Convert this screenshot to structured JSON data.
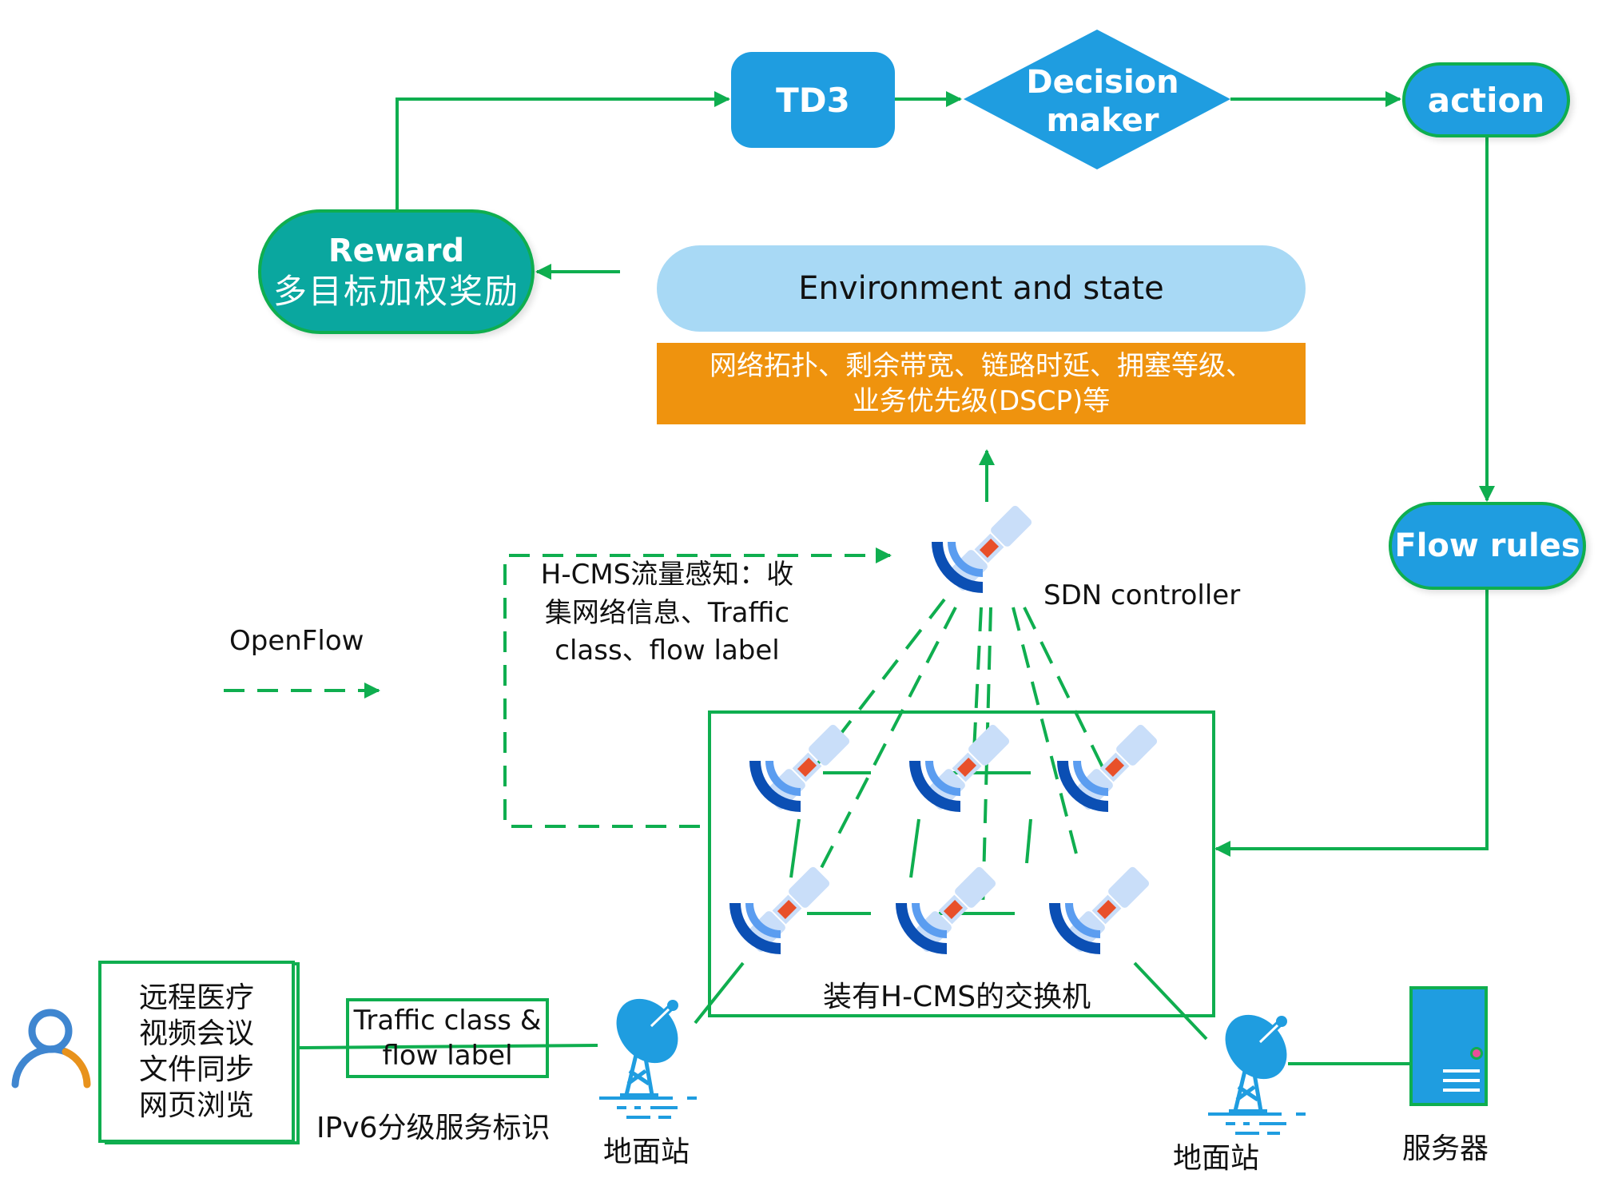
{
  "agent": {
    "td3_label": "TD3",
    "decision_line1": "Decision",
    "decision_line2": "maker"
  },
  "action_label": "action",
  "flow_rules_label": "Flow rules",
  "reward": {
    "title": "Reward",
    "subtitle": "多目标加权奖励"
  },
  "environment": {
    "title": "Environment and state",
    "state_line1": "网络拓扑、剩余带宽、链路时延、拥塞等级、",
    "state_line2": "业务优先级(DSCP)等"
  },
  "sdn_controller_label": "SDN controller",
  "hcms_note": {
    "line1": "H-CMS流量感知：收",
    "line2": "集网络信息、Traffic",
    "line3": "class、flow label"
  },
  "legend": {
    "openflow_label": "OpenFlow"
  },
  "switch_group_label": "装有H-CMS的交换机",
  "applications": [
    "远程医疗",
    "视频会议",
    "文件同步",
    "网页浏览"
  ],
  "traffic_box": {
    "line1": "Traffic class &",
    "line2": "flow label"
  },
  "ipv6_label": "IPv6分级服务标识",
  "ground_station_left_label": "地面站",
  "ground_station_right_label": "地面站",
  "server_label": "服务器",
  "colors": {
    "arrow_green": "#0fae4f",
    "node_blue": "#1f9de0",
    "reward_teal": "#0aa79f",
    "agent_bg": "#f5d8e0",
    "env_bg": "#d9eff1",
    "env_ellipse": "#a8d9f5",
    "state_orange": "#ef930e",
    "sat_dark": "#0b4fb4",
    "sat_mid": "#5b9df0",
    "sat_panel": "#c9def9",
    "sat_body": "#e8502a"
  }
}
